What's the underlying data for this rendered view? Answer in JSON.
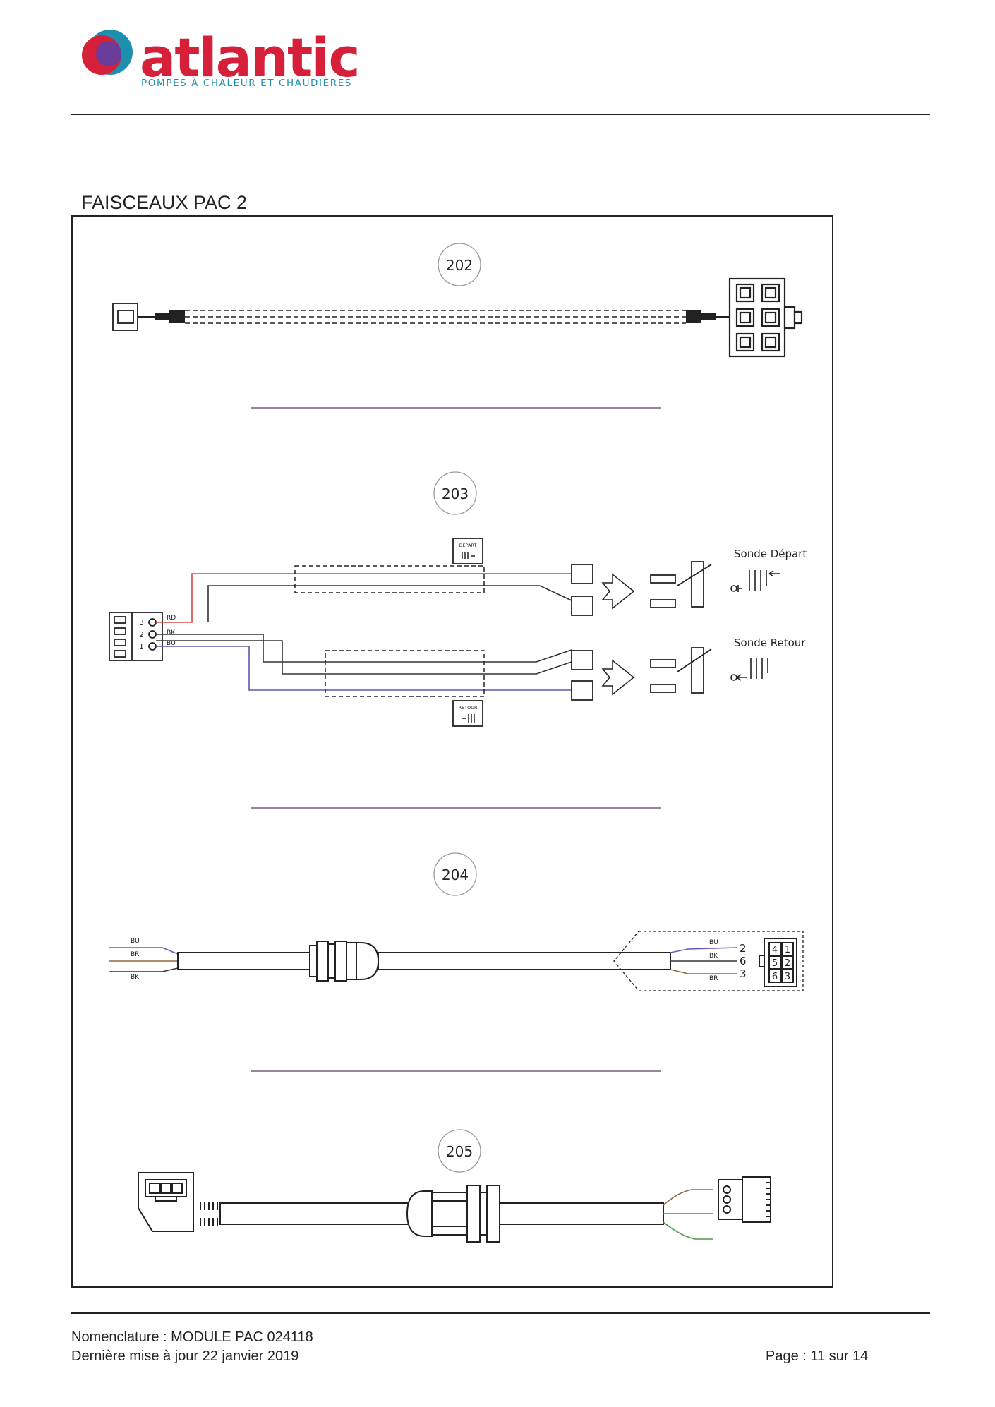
{
  "header": {
    "logo_word": "atlantic",
    "logo_tagline": "POMPES À CHALEUR ET CHAUDIÈRES",
    "brand_colors": {
      "red": "#d6203a",
      "teal": "#1f8fb0",
      "purple": "#6a3d9a"
    }
  },
  "section": {
    "title": "FAISCEAUX PAC 2"
  },
  "harnesses": [
    {
      "ref": "202"
    },
    {
      "ref": "203",
      "labels": {
        "sonde_depart": "Sonde Départ",
        "sonde_retour": "Sonde Retour",
        "tag_depart": "DEPART",
        "tag_retour": "RETOUR",
        "pins": [
          "3",
          "2",
          "1"
        ],
        "wires": [
          "RD",
          "BK",
          "BU"
        ]
      }
    },
    {
      "ref": "204",
      "labels": {
        "left_wires": [
          "BU",
          "BR",
          "BK"
        ],
        "right_wires": [
          "BU",
          "BK",
          "BR"
        ],
        "right_pins": [
          "2",
          "6",
          "3"
        ],
        "connector_cells": [
          "4",
          "1",
          "5",
          "2",
          "6",
          "3"
        ]
      }
    },
    {
      "ref": "205"
    }
  ],
  "footer": {
    "line1": "Nomenclature : MODULE PAC 024118",
    "line2": "Dernière mise à jour 22 janvier 2019",
    "page": "Page : 11 sur 14"
  }
}
